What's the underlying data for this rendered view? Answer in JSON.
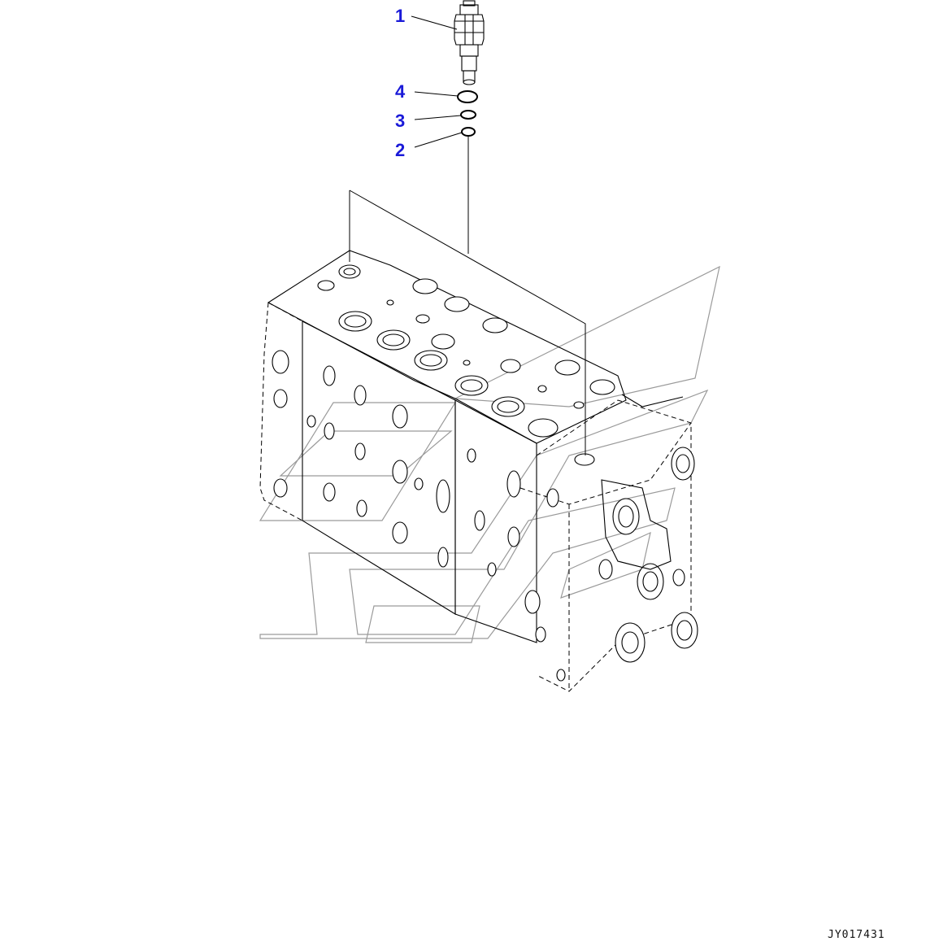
{
  "callouts": [
    {
      "id": "1",
      "label": "1"
    },
    {
      "id": "4",
      "label": "4"
    },
    {
      "id": "3",
      "label": "3"
    },
    {
      "id": "2",
      "label": "2"
    }
  ],
  "drawing_code": "JY017431",
  "colors": {
    "callout": "#1a1ad8",
    "linework": "#000000",
    "watermark": "#9a9a9a",
    "background": "#ffffff"
  },
  "parts": [
    {
      "callout": "1",
      "icon": "relief-valve-icon"
    },
    {
      "callout": "4",
      "icon": "o-ring-large-icon"
    },
    {
      "callout": "3",
      "icon": "o-ring-medium-icon"
    },
    {
      "callout": "2",
      "icon": "o-ring-small-icon"
    }
  ]
}
